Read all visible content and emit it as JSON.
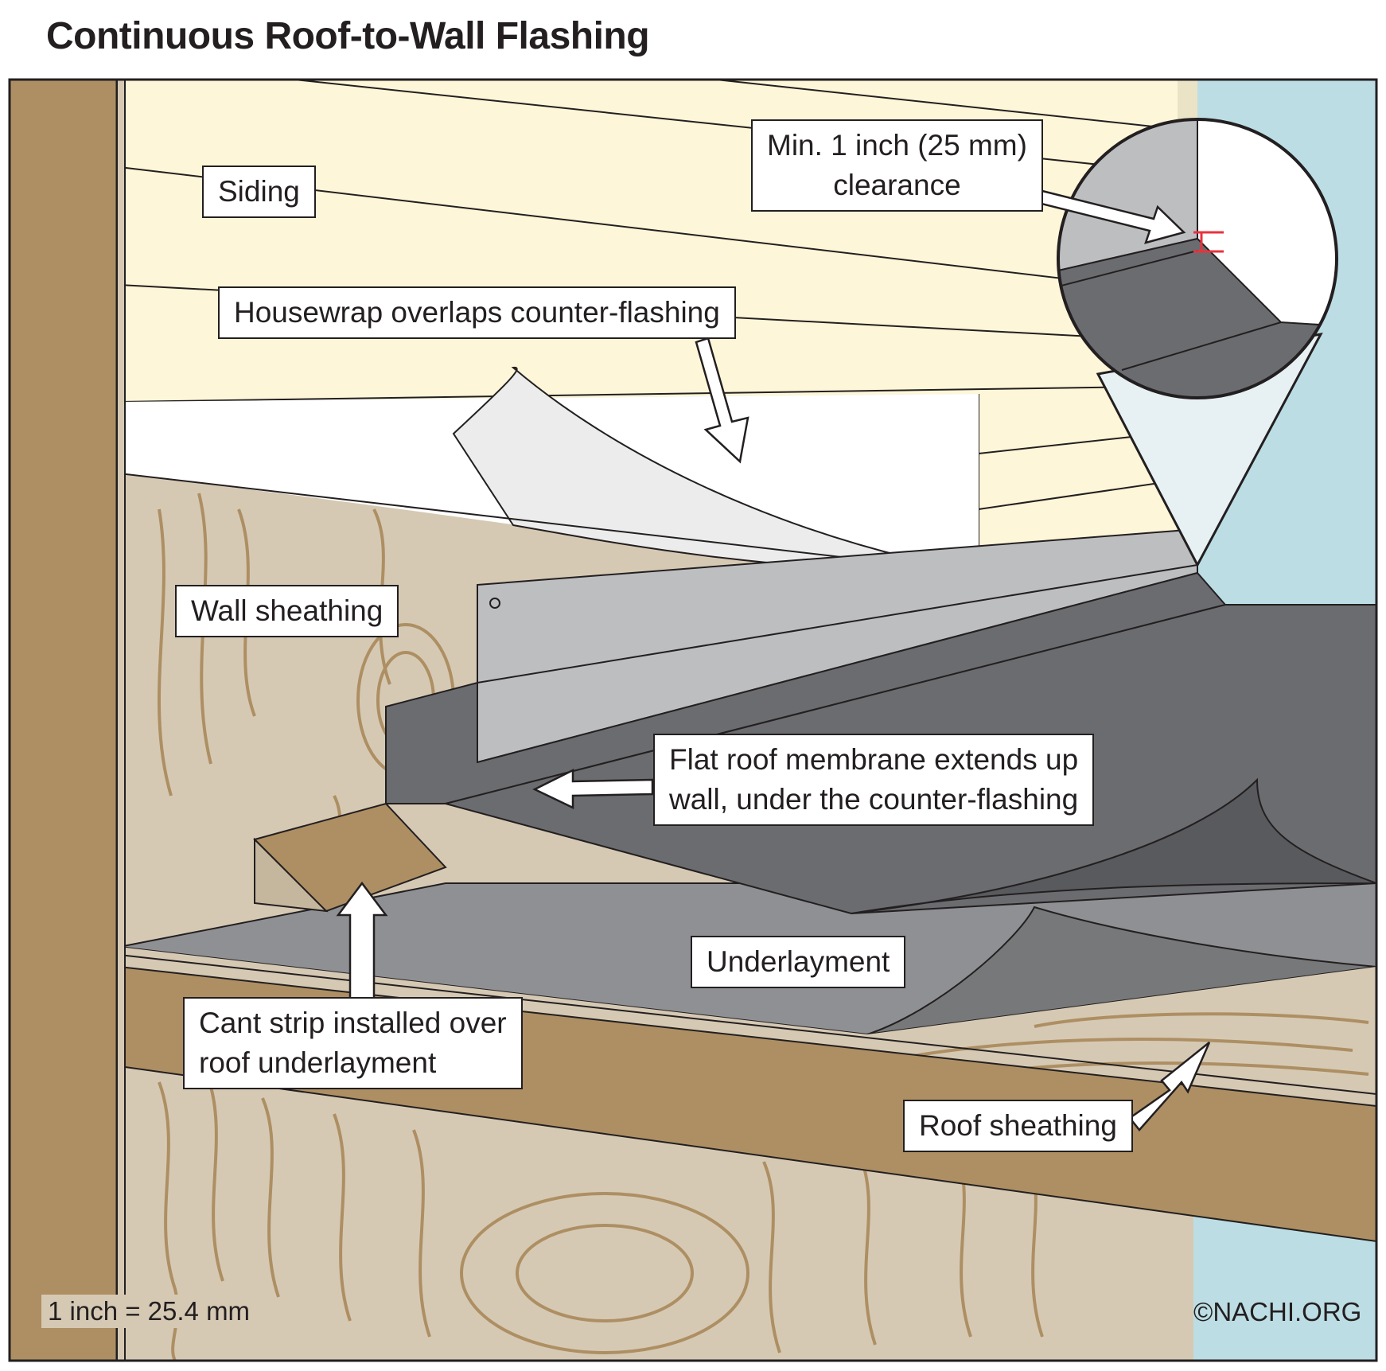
{
  "title": "Continuous Roof-to-Wall Flashing",
  "labels": {
    "siding": "Siding",
    "clearance_line1": "Min. 1 inch (25 mm)",
    "clearance_line2": "clearance",
    "housewrap": "Housewrap overlaps counter-flashing",
    "wall_sheathing": "Wall sheathing",
    "membrane_line1": "Flat roof membrane extends up",
    "membrane_line2": "wall, under the counter-flashing",
    "underlayment": "Underlayment",
    "cant_line1": "Cant strip installed over",
    "cant_line2": "roof underlayment",
    "roof_sheathing": "Roof sheathing"
  },
  "scale_note": "1 inch = 25.4 mm",
  "copyright": "©NACHI.ORG",
  "colors": {
    "siding": "#fdf6d8",
    "wall_sheathing": "#d6c9b4",
    "wood": "#ad8f63",
    "sky": "#bcdde4",
    "membrane": "#6b6c6f",
    "underlayment": "#8f9093",
    "counter_flashing": "#bdbec0",
    "clearance_mark": "#e8323c"
  }
}
